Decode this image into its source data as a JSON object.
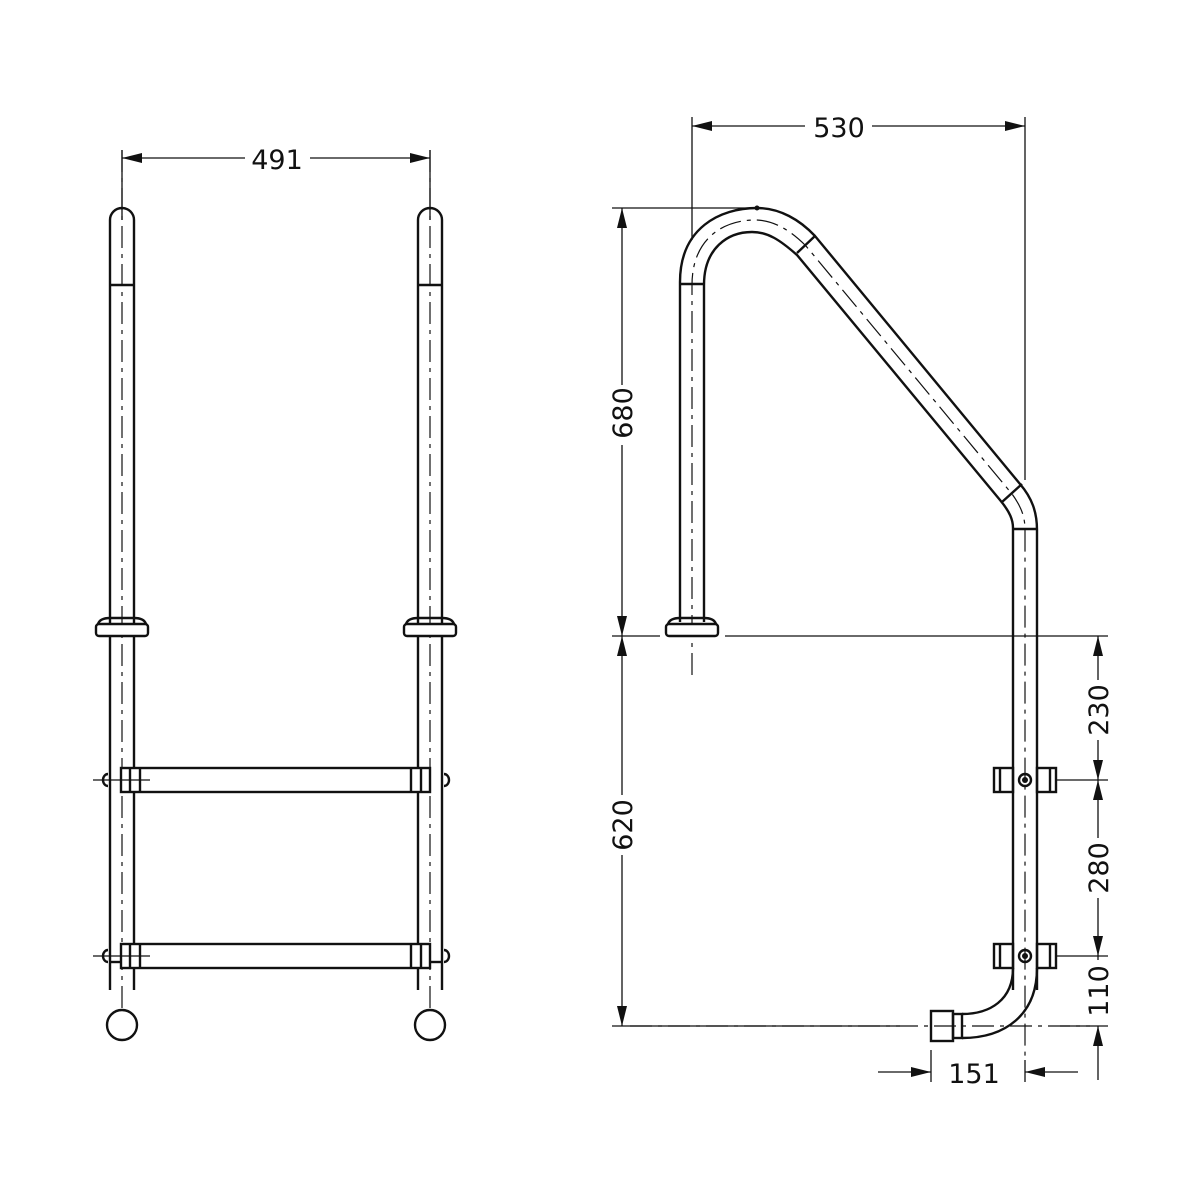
{
  "drawing": {
    "subject": "Pool ladder technical drawing",
    "colors": {
      "line": "#111111",
      "background": "#ffffff"
    },
    "views": [
      {
        "name": "front-view"
      },
      {
        "name": "side-view"
      }
    ]
  },
  "dimensions": {
    "front_width": "491",
    "side_width": "530",
    "handrail_height": "680",
    "ladder_depth": "620",
    "first_step_offset": "230",
    "step_spacing": "280",
    "bottom_offset": "110",
    "foot_offset": "151"
  }
}
